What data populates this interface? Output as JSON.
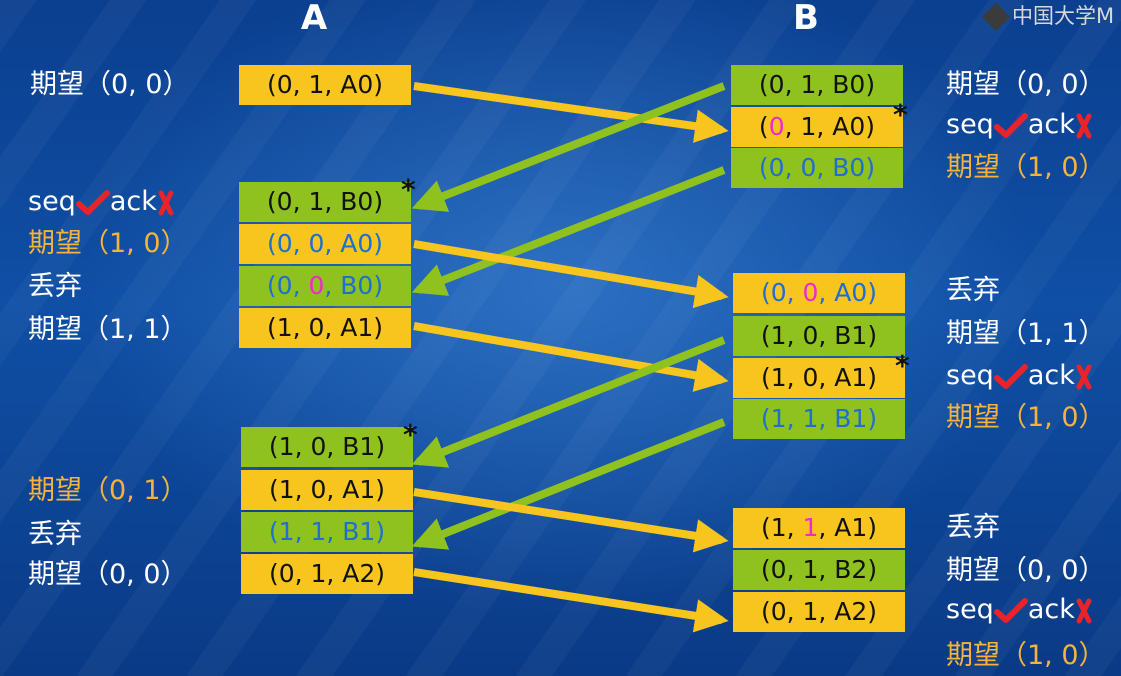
{
  "headers": {
    "a": "A",
    "b": "B"
  },
  "logo": "中国大学M",
  "a_boxes": [
    {
      "parts": [
        {
          "t": "(0, 1, A0)",
          "c": "blk"
        }
      ],
      "color": "y",
      "star": false
    },
    {
      "parts": [
        {
          "t": "(0, 1, B0)",
          "c": "blk"
        }
      ],
      "color": "g",
      "star": true
    },
    {
      "parts": [
        {
          "t": "(0, 0, A0)",
          "c": "blue"
        }
      ],
      "color": "y",
      "star": false
    },
    {
      "parts": [
        {
          "t": "(0, ",
          "c": "blue"
        },
        {
          "t": "0",
          "c": "mag"
        },
        {
          "t": ", B0)",
          "c": "blue"
        }
      ],
      "color": "g",
      "star": false
    },
    {
      "parts": [
        {
          "t": "(1, 0, A1)",
          "c": "blk"
        }
      ],
      "color": "y",
      "star": false
    },
    {
      "parts": [
        {
          "t": "(1, 0, B1)",
          "c": "blk"
        }
      ],
      "color": "g",
      "star": true
    },
    {
      "parts": [
        {
          "t": "(1, 0, A1)",
          "c": "blk"
        }
      ],
      "color": "y",
      "star": false
    },
    {
      "parts": [
        {
          "t": "(1, 1, B1)",
          "c": "blue"
        }
      ],
      "color": "g",
      "star": false
    },
    {
      "parts": [
        {
          "t": "(0, 1, A2)",
          "c": "blk"
        }
      ],
      "color": "y",
      "star": false
    }
  ],
  "b_boxes": [
    {
      "parts": [
        {
          "t": "(0, 1, B0)",
          "c": "blk"
        }
      ],
      "color": "g",
      "star": false
    },
    {
      "parts": [
        {
          "t": "(",
          "c": "blk"
        },
        {
          "t": "0",
          "c": "mag"
        },
        {
          "t": ", 1, A0)",
          "c": "blk"
        }
      ],
      "color": "y",
      "star": true
    },
    {
      "parts": [
        {
          "t": "(0, 0, B0)",
          "c": "blue"
        }
      ],
      "color": "g",
      "star": false
    },
    {
      "parts": [
        {
          "t": "(0, ",
          "c": "blue"
        },
        {
          "t": "0",
          "c": "mag"
        },
        {
          "t": ", A0)",
          "c": "blue"
        }
      ],
      "color": "y",
      "star": false
    },
    {
      "parts": [
        {
          "t": "(1, 0, B1)",
          "c": "blk"
        }
      ],
      "color": "g",
      "star": false
    },
    {
      "parts": [
        {
          "t": "(1, 0, A1)",
          "c": "blk"
        }
      ],
      "color": "y",
      "star": true
    },
    {
      "parts": [
        {
          "t": "(1, 1, B1)",
          "c": "blue"
        }
      ],
      "color": "g",
      "star": false
    },
    {
      "parts": [
        {
          "t": "(1, ",
          "c": "blk"
        },
        {
          "t": "1",
          "c": "mag"
        },
        {
          "t": ", A1)",
          "c": "blk"
        }
      ],
      "color": "y",
      "star": false
    },
    {
      "parts": [
        {
          "t": "(0, 1, B2)",
          "c": "blk"
        }
      ],
      "color": "g",
      "star": false
    },
    {
      "parts": [
        {
          "t": "(0, 1, A2)",
          "c": "blk"
        }
      ],
      "color": "y",
      "star": false
    }
  ],
  "labels": {
    "expect": "期望",
    "discard": "丢弃",
    "seq": "seq",
    "ack": "ack",
    "v00": "（0, 0）",
    "v10": "（1, 0）",
    "v11": "（1, 1）",
    "v01": "（0, 1）"
  },
  "colors": {
    "yellow_box": "#f7c51e",
    "green_box": "#8fc21f",
    "yellow_arrow": "#f7c51e",
    "green_arrow": "#8fc21f",
    "blue_text": "#1e6fcf",
    "magenta_text": "#f028d0",
    "orange_label": "#f6b23a",
    "check": "#e8232a",
    "cross": "#e8232a"
  },
  "icons": {
    "check": "check-mark-icon",
    "cross": "cross-mark-icon"
  }
}
